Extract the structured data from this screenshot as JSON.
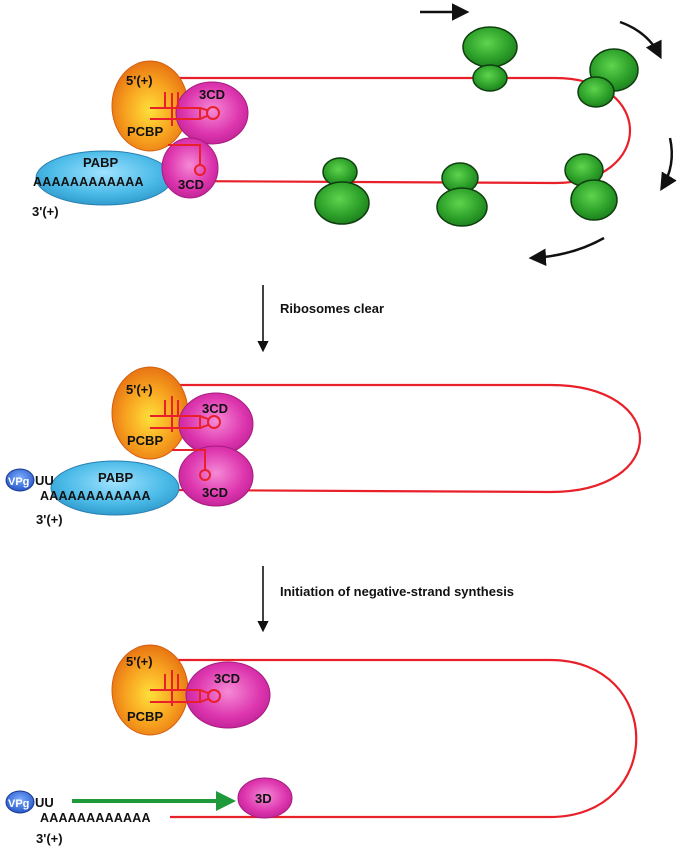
{
  "colors": {
    "rna": "#e8202a",
    "pcbp": "#f08a1c",
    "cd3": "#d82aa4",
    "pabp": "#48b8e6",
    "ribosome": "#2e9b2a",
    "vpg": "#2a5fd6",
    "synthesis_arrow": "#1e9a3a"
  },
  "panel1": {
    "pcbp_label": "PCBP",
    "five_prime": "5'(+)",
    "cd3_top": "3CD",
    "cd3_bottom": "3CD",
    "pabp_label": "PABP",
    "polyA": "AAAAAAAAAAAA",
    "three_prime": "3'(+)"
  },
  "step1": {
    "caption": "Ribosomes clear"
  },
  "panel2": {
    "pcbp_label": "PCBP",
    "five_prime": "5'(+)",
    "cd3_top": "3CD",
    "cd3_bottom": "3CD",
    "pabp_label": "PABP",
    "vpg": "VPg",
    "uu": "UU",
    "polyA": "AAAAAAAAAAAA",
    "three_prime": "3'(+)"
  },
  "step2": {
    "caption": "Initiation of negative-strand synthesis"
  },
  "panel3": {
    "pcbp_label": "PCBP",
    "five_prime": "5'(+)",
    "cd3": "3CD",
    "vpg": "VPg",
    "uu": "UU",
    "polyA": "AAAAAAAAAAAA",
    "three_prime": "3'(+)",
    "polymerase": "3D"
  }
}
